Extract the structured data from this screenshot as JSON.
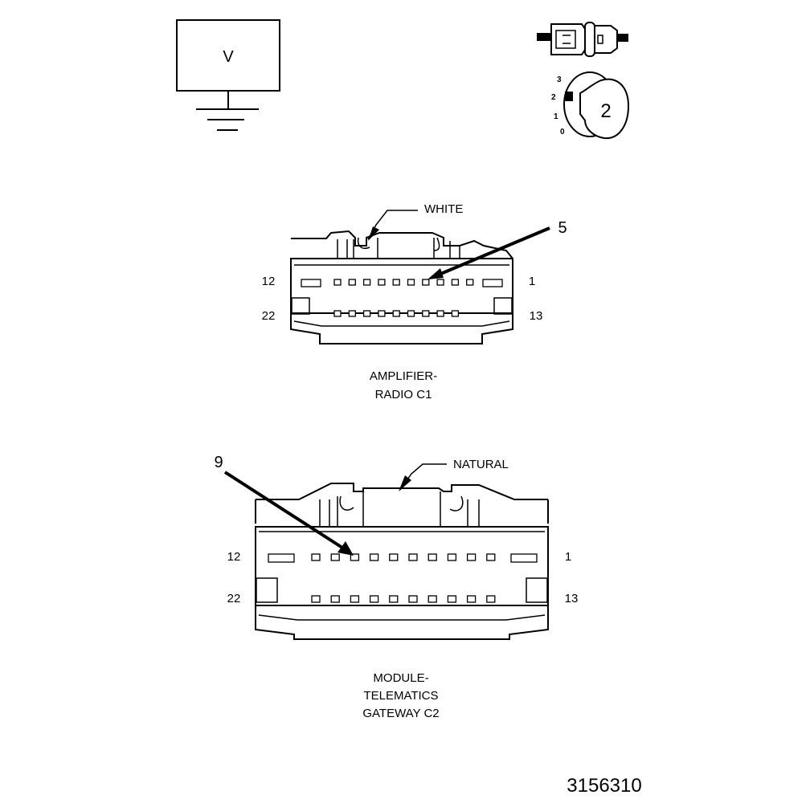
{
  "voltmeter": {
    "symbol": "V"
  },
  "selector": {
    "positions": [
      "3",
      "2",
      "1",
      "0"
    ],
    "selected": "2"
  },
  "connector_c1": {
    "housing_color": "WHITE",
    "callout_pin": "5",
    "pin_labels": {
      "top_left": "12",
      "top_right": "1",
      "bottom_left": "22",
      "bottom_right": "13"
    },
    "caption_line1": "AMPLIFIER-",
    "caption_line2": "RADIO C1"
  },
  "connector_c2": {
    "housing_color": "NATURAL",
    "callout_pin": "9",
    "pin_labels": {
      "top_left": "12",
      "top_right": "1",
      "bottom_left": "22",
      "bottom_right": "13"
    },
    "caption_line1": "MODULE-",
    "caption_line2": "TELEMATICS",
    "caption_line3": "GATEWAY C2"
  },
  "figure_number": "3156310"
}
